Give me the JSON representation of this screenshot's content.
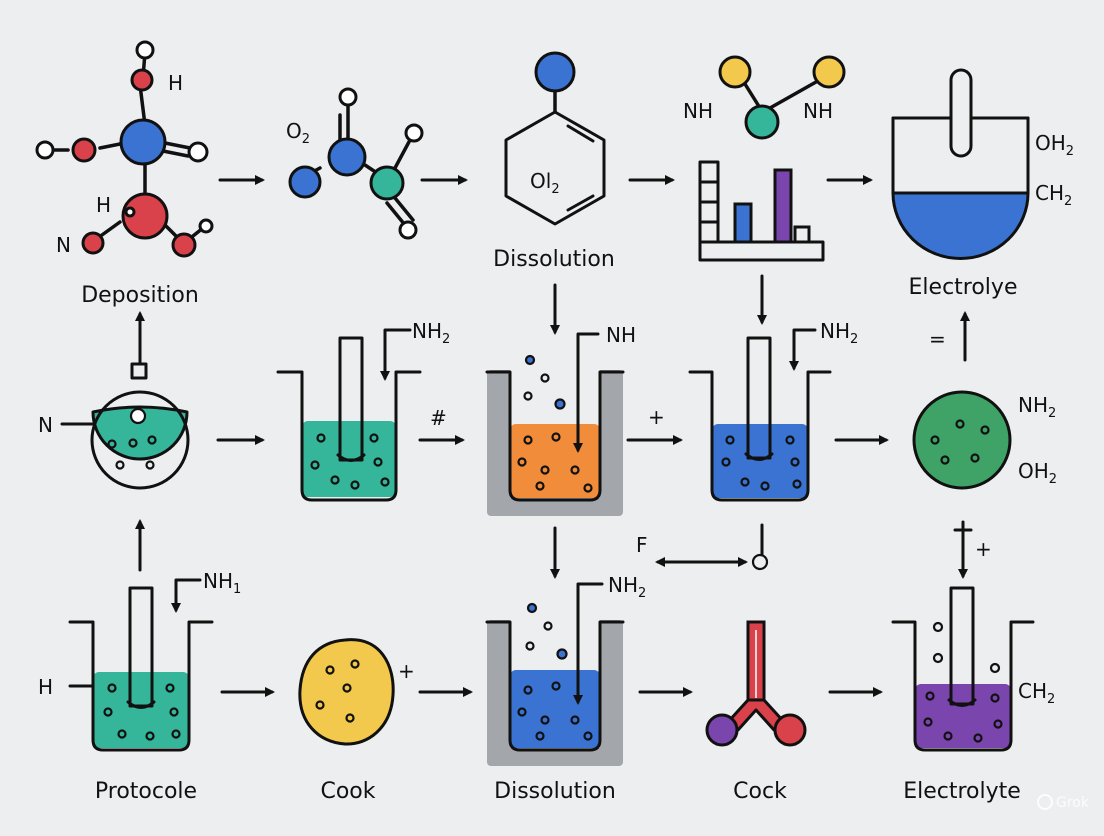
{
  "colors": {
    "background": "#eceef0",
    "red": "#d9424b",
    "blue": "#3a73d1",
    "teal": "#35b59a",
    "yellow": "#f2c94c",
    "orange": "#f08c3a",
    "purple": "#7a45ad",
    "green": "#3fa266",
    "gray_block": "#a3a6ab"
  },
  "labels": {
    "deposition": "Deposition",
    "dissolution_top": "Dissolution",
    "electrolye": "Electrolye",
    "protocole": "Protocole",
    "cook": "Cook",
    "dissolution_bottom": "Dissolution",
    "cock": "Cock",
    "electrolyte": "Electrolyte"
  },
  "formulas": {
    "h_top": "H",
    "h_mid": "H",
    "n_left": "N",
    "o2_main": "O",
    "o2_sub": "2",
    "ring_main": "Ol",
    "ring_sub": "2",
    "nh_left": "NH",
    "nh_right": "NH",
    "oh2_top_main": "OH",
    "oh2_top_sub": "2",
    "ch2_top_main": "CH",
    "ch2_top_sub": "2",
    "n_flask": "N",
    "nh2_beaker1_main": "NH",
    "nh2_beaker1_sub": "2",
    "nh_orange": "NH",
    "nh2_blue_main": "NH",
    "nh2_blue_sub": "2",
    "nh2_green_main": "NH",
    "nh2_green_sub": "2",
    "oh2_green_main": "OH",
    "oh2_green_sub": "2",
    "h2_left": "H",
    "nh1_main": "NH",
    "nh1_sub": "1",
    "nh2_bottom_main": "NH",
    "nh2_bottom_sub": "2",
    "ch2_bottom_main": "CH",
    "ch2_bottom_sub": "2",
    "f_label": "F"
  },
  "symbols": {
    "plus_after_beaker": "+",
    "plus_cook": "+",
    "plus_down": "+",
    "equals": "="
  },
  "watermark": "Grok"
}
